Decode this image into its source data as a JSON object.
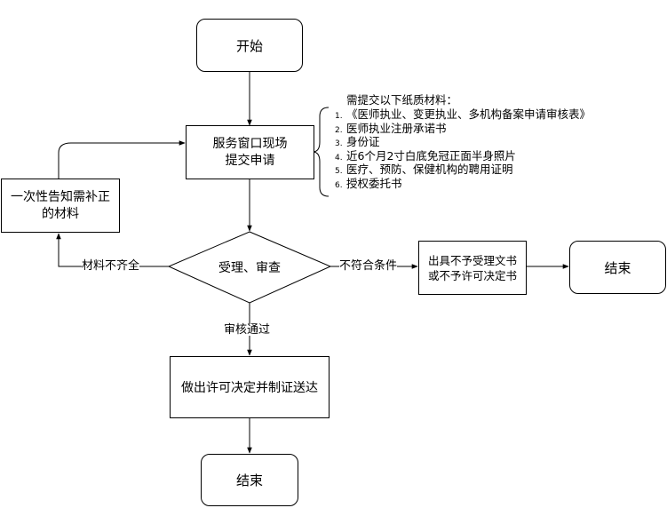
{
  "nodes": {
    "start": "开始",
    "submit": "服务窗口现场\n提交申请",
    "review": "受理、审查",
    "decision": "做出许可决定并制证送达",
    "reject_doc": "出具不予受理文书\n或不予许可决定书",
    "notify": "一次性告知需补正\n的材料",
    "end_bottom": "结束",
    "end_right": "结束"
  },
  "edge_labels": {
    "incomplete": "材料不齐全",
    "not_qualified": "不符合条件",
    "approved": "审核通过"
  },
  "materials": {
    "title": "需提交以下纸质材料：",
    "items": [
      {
        "num": "1.",
        "text": "《医师执业、变更执业、多机构备案申请审核表》"
      },
      {
        "num": "2.",
        "text": "医师执业注册承诺书"
      },
      {
        "num": "3.",
        "text": "身份证"
      },
      {
        "num": "4.",
        "text": "近6个月2寸白底免冠正面半身照片"
      },
      {
        "num": "5.",
        "text": "医疗、预防、保健机构的聘用证明"
      },
      {
        "num": "6.",
        "text": "授权委托书"
      }
    ]
  }
}
